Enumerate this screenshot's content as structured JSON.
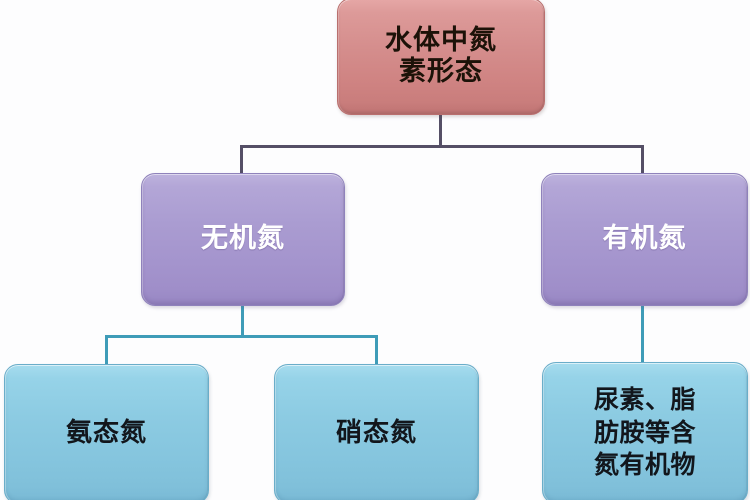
{
  "diagram": {
    "title": "水体中氮素形态",
    "background_color": "#fdfdfe",
    "levels": {
      "root": {
        "label": "水体中氮\n素形态",
        "color": "#d58e8d",
        "text_color": "#1c1208"
      },
      "branches": [
        {
          "id": "inorganic-nitrogen",
          "label": "无机氮",
          "color": "#aa9cd1",
          "text_color": "#ffffff"
        },
        {
          "id": "organic-nitrogen",
          "label": "有机氮",
          "color": "#aa9cd1",
          "text_color": "#ffffff"
        }
      ],
      "leaves": [
        {
          "id": "ammonium-nitrogen",
          "label": "氨态氮",
          "parent": "inorganic-nitrogen",
          "color": "#8ccbe2",
          "text_color": "#12161c"
        },
        {
          "id": "nitrate-nitrogen",
          "label": "硝态氮",
          "parent": "inorganic-nitrogen",
          "color": "#8ccbe2",
          "text_color": "#12161c"
        },
        {
          "id": "organic-compounds",
          "label": "尿素、脂\n肪胺等含\n氮有机物",
          "parent": "organic-nitrogen",
          "color": "#8ccbe2",
          "text_color": "#12161c"
        }
      ]
    },
    "connectors": {
      "upper_color": "#554f66",
      "lower_color": "#3f9cb8"
    }
  }
}
